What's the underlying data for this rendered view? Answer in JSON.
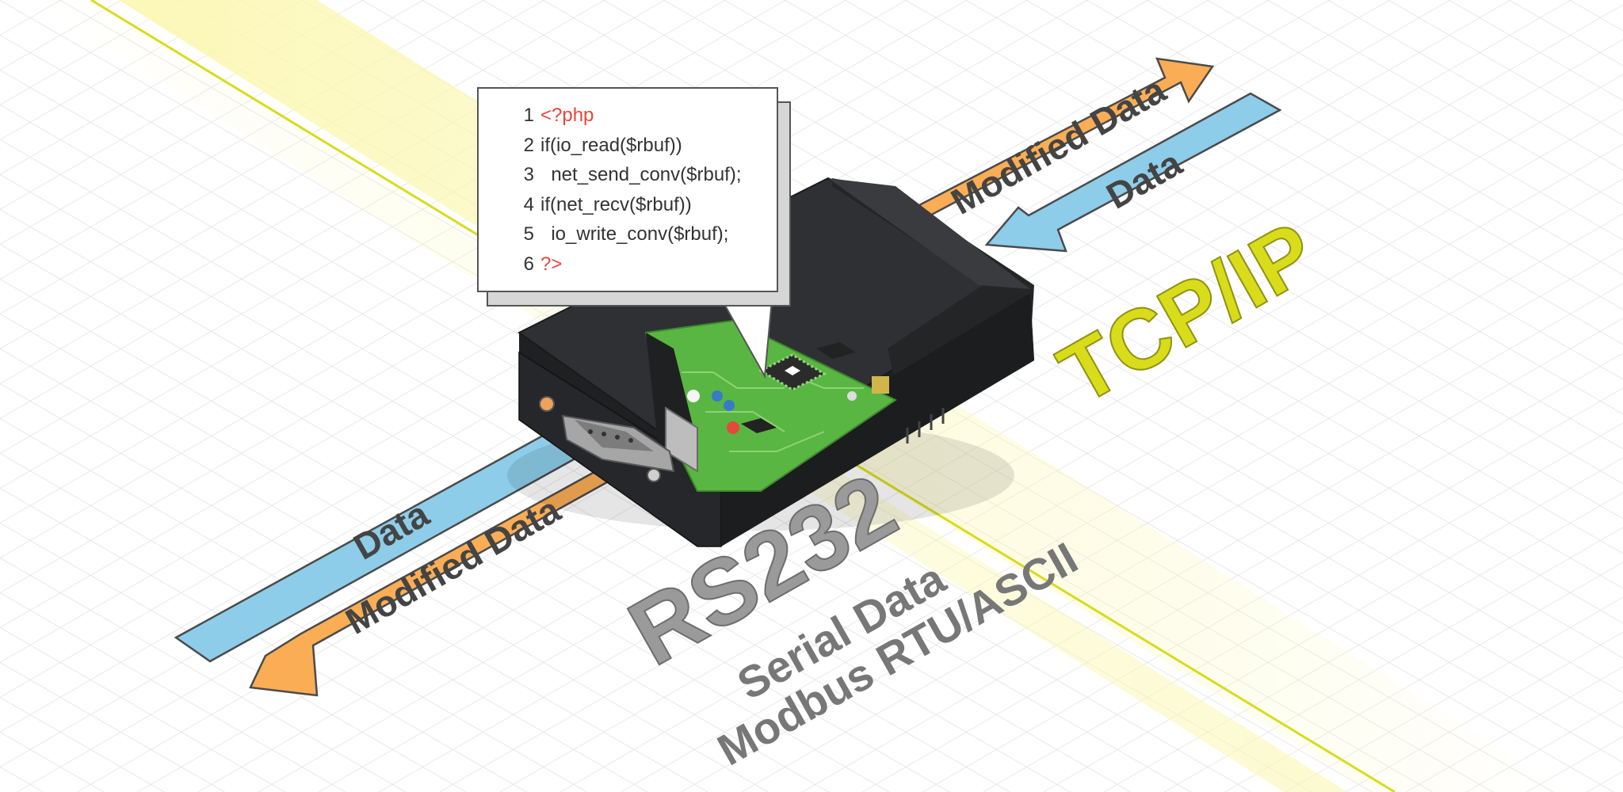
{
  "colors": {
    "yellow_line": "#d9dc1a",
    "yellow_glow": "#fbf7b0",
    "blue_arrow": "#8dcde9",
    "orange_arrow": "#fbad55",
    "arrow_text": "#444444",
    "device_body": "#2b2c2e",
    "pcb_green": "#5ab642",
    "php_red": "#e8463c",
    "tcpip_text": "#d9dc1a",
    "serial_text": "#777777"
  },
  "icons": [
    "serial-db9-connector-icon",
    "pcb-board-icon",
    "cpu-chip-icon"
  ],
  "code": {
    "lines": [
      {
        "num": "1",
        "text": "<?php",
        "highlight": true
      },
      {
        "num": "2",
        "text": "if(io_read($rbuf))",
        "highlight": false
      },
      {
        "num": "3",
        "text": "  net_send_conv($rbuf);",
        "highlight": false
      },
      {
        "num": "4",
        "text": "if(net_recv($rbuf))",
        "highlight": false
      },
      {
        "num": "5",
        "text": "  io_write_conv($rbuf);",
        "highlight": false
      },
      {
        "num": "6",
        "text": "?>",
        "highlight": true
      }
    ]
  },
  "network_side": {
    "title": "TCP/IP",
    "out_arrow_label": "Modified Data",
    "in_arrow_label": "Data"
  },
  "serial_side": {
    "title": "RS232",
    "subtitle": "Serial Data",
    "protocol": "Modbus RTU/ASCII",
    "in_arrow_label": "Data",
    "out_arrow_label": "Modified Data"
  }
}
